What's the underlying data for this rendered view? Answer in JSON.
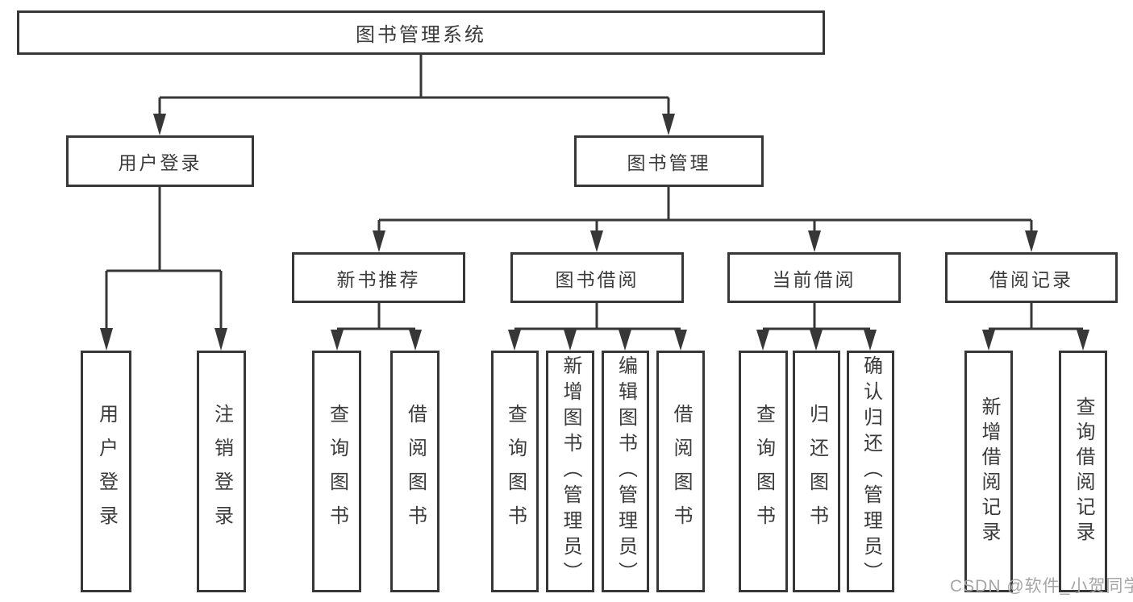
{
  "diagram": {
    "root": {
      "label": "图书管理系统"
    },
    "branches": [
      {
        "label": "用户登录",
        "children": [
          {
            "label": "用户登录"
          },
          {
            "label": "注销登录"
          }
        ]
      },
      {
        "label": "图书管理",
        "children": [
          {
            "label": "新书推荐",
            "children": [
              {
                "label": "查询图书"
              },
              {
                "label": "借阅图书"
              }
            ]
          },
          {
            "label": "图书借阅",
            "children": [
              {
                "label": "查询图书"
              },
              {
                "label": "新增图书（管理员）"
              },
              {
                "label": "编辑图书（管理员）"
              },
              {
                "label": "借阅图书"
              }
            ]
          },
          {
            "label": "当前借阅",
            "children": [
              {
                "label": "查询图书"
              },
              {
                "label": "归还图书"
              },
              {
                "label": "确认归还（管理员）"
              }
            ]
          },
          {
            "label": "借阅记录",
            "children": [
              {
                "label": "新增借阅记录"
              },
              {
                "label": "查询借阅记录"
              }
            ]
          }
        ]
      }
    ],
    "watermark": "CSDN @软件_小贺同学",
    "colors": {
      "line": "#373737",
      "box_border": "#373737",
      "box_fill": "#ffffff",
      "text": "#3b3b3b",
      "watermark": "#a6a6a6",
      "background": "#ffffff"
    }
  }
}
